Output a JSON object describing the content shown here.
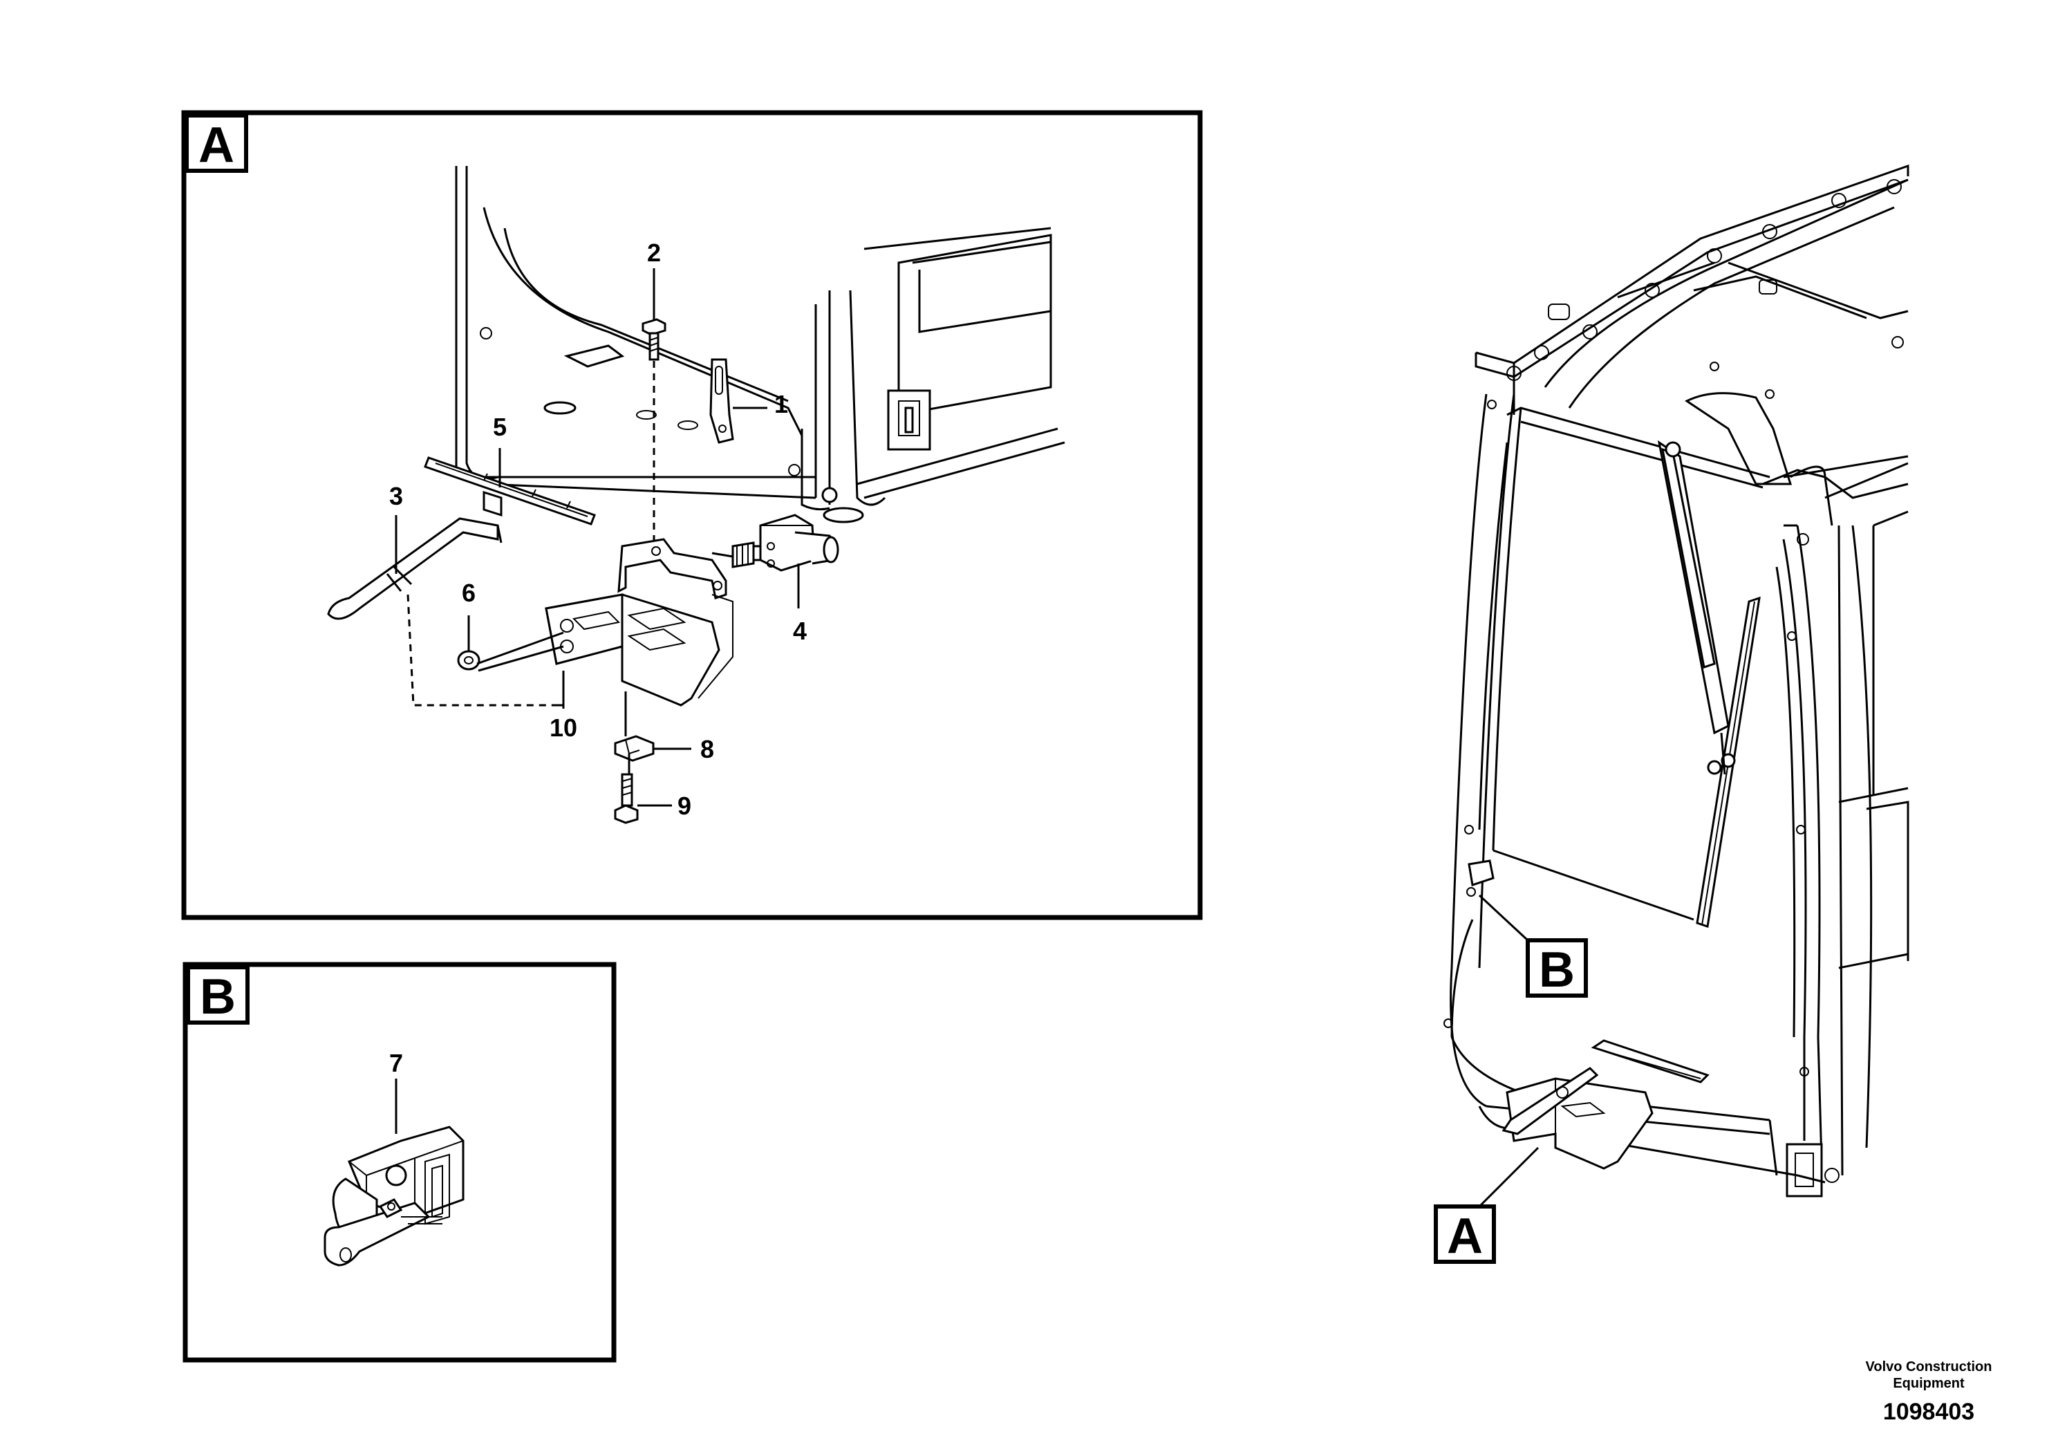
{
  "detail_a": {
    "frame_label": "A",
    "callouts": [
      "1",
      "2",
      "3",
      "4",
      "5",
      "6",
      "8",
      "9",
      "10"
    ]
  },
  "detail_b": {
    "frame_label": "B",
    "callouts": [
      "7"
    ]
  },
  "overview": {
    "marker_a": "A",
    "marker_b": "B"
  },
  "footer": {
    "company": "Volvo Construction Equipment",
    "document_number": "1098403"
  }
}
